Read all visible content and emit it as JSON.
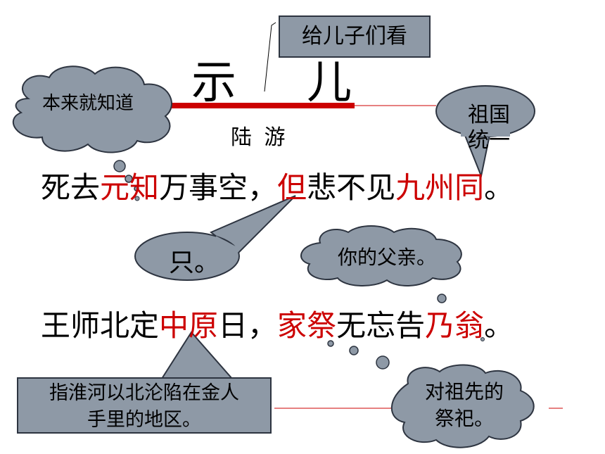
{
  "title": {
    "char1": "示",
    "char2": "儿"
  },
  "author": "陆 游",
  "line1": {
    "p1": "死去",
    "p2": "元知",
    "p3": "万事空，",
    "p4": "但",
    "p5": "悲不见",
    "p6": "九州同",
    "p7": "。"
  },
  "line2": {
    "p1": "王师北定",
    "p2": "中原",
    "p3": "日，",
    "p4": "家祭",
    "p5": "无忘告",
    "p6": "乃翁",
    "p7": "。"
  },
  "notes": {
    "title_note": "给儿子们看",
    "yuanzhi_note": "本来就知道",
    "jiuzhou_note": "祖国统一",
    "dan_note": "只。",
    "naiweng_note": "你的父亲。",
    "zhongyuan_note_line1": "指淮河以北沦陷在金人",
    "zhongyuan_note_line2": "手里的地区。",
    "jiaji_note_line1": "对祖先的",
    "jiaji_note_line2": "祭祀。"
  },
  "colors": {
    "highlight": "#cc0000",
    "callout_fill": "#8e99a6",
    "callout_border": "#2d3440",
    "accent_line": "#cc0000"
  }
}
